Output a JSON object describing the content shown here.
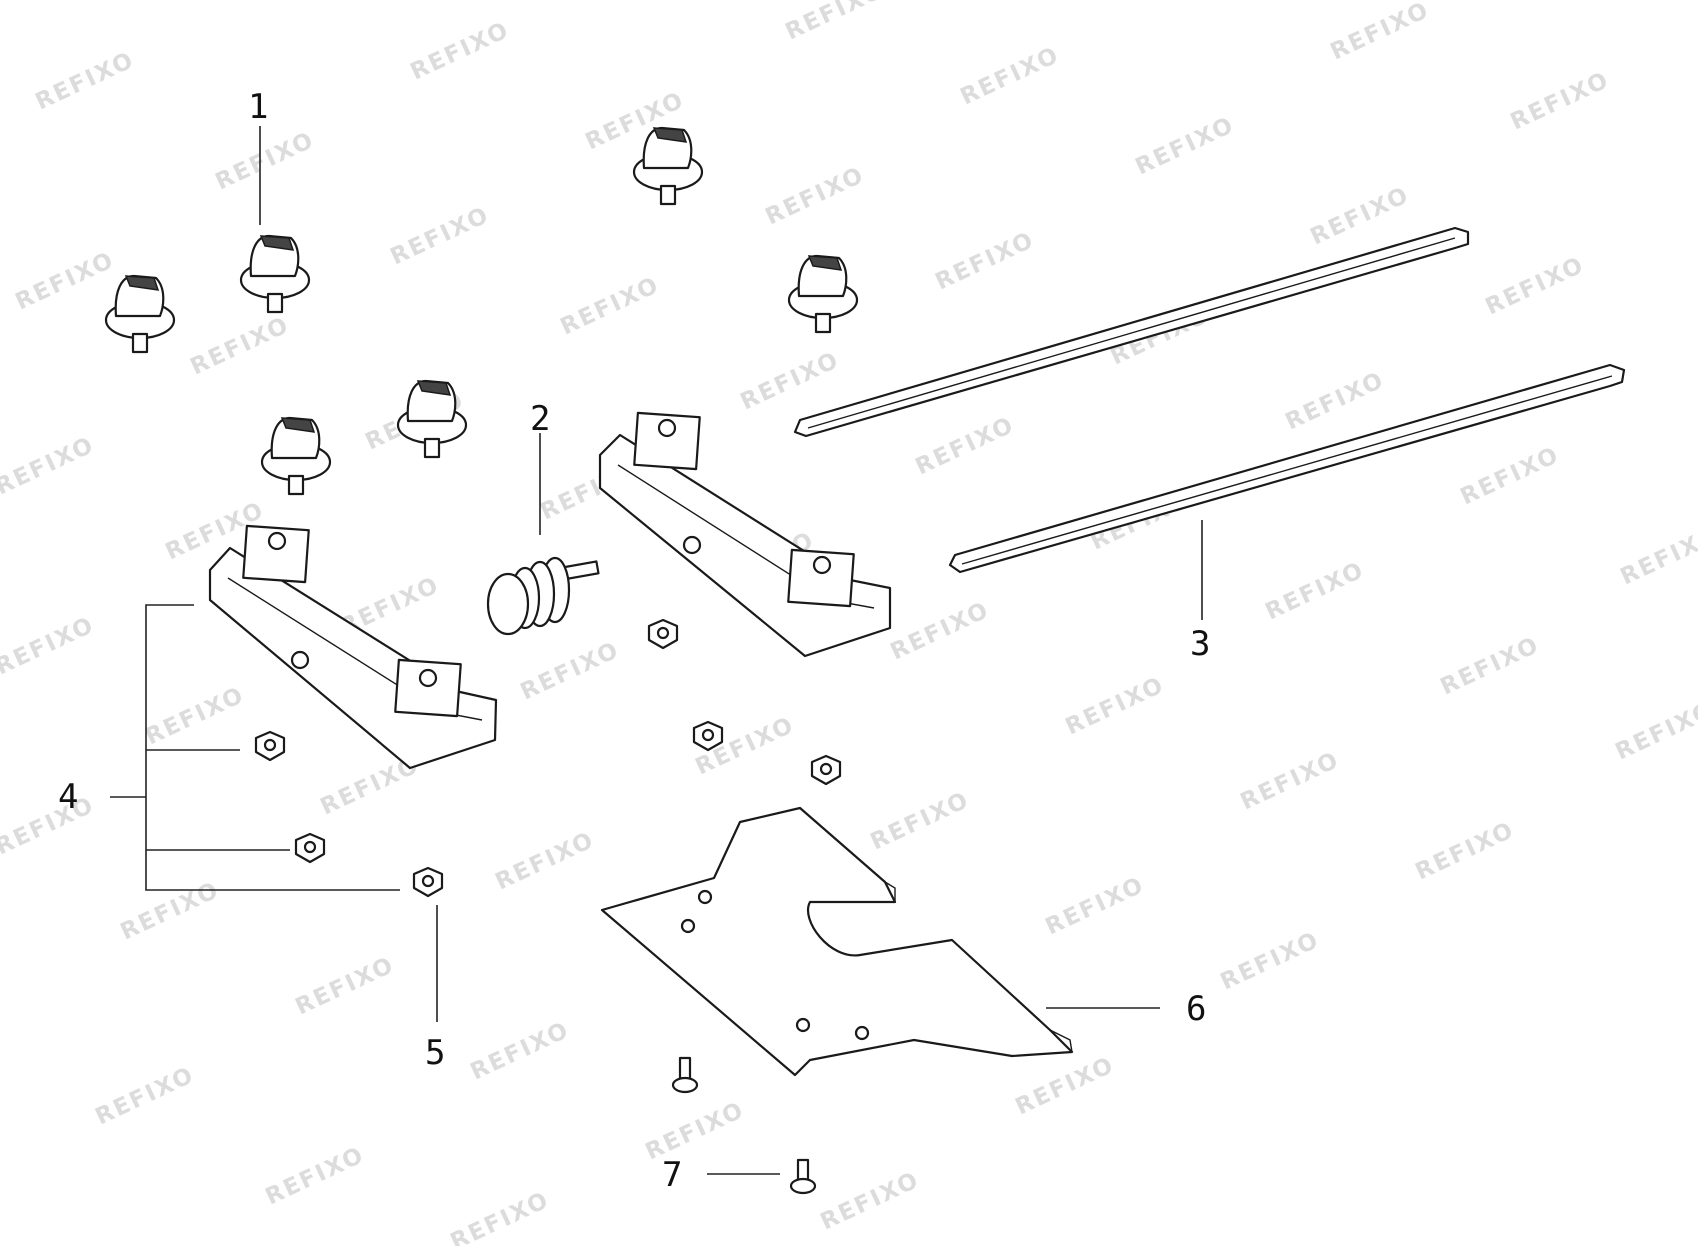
{
  "watermark": "REFIXO",
  "callouts": {
    "c1": "1",
    "c2": "2",
    "c3": "3",
    "c4": "4",
    "c5": "5",
    "c6": "6",
    "c7": "7"
  },
  "colors": {
    "line": "#1a1a1a",
    "watermark": "#dcdcdc",
    "background": "#ffffff"
  }
}
